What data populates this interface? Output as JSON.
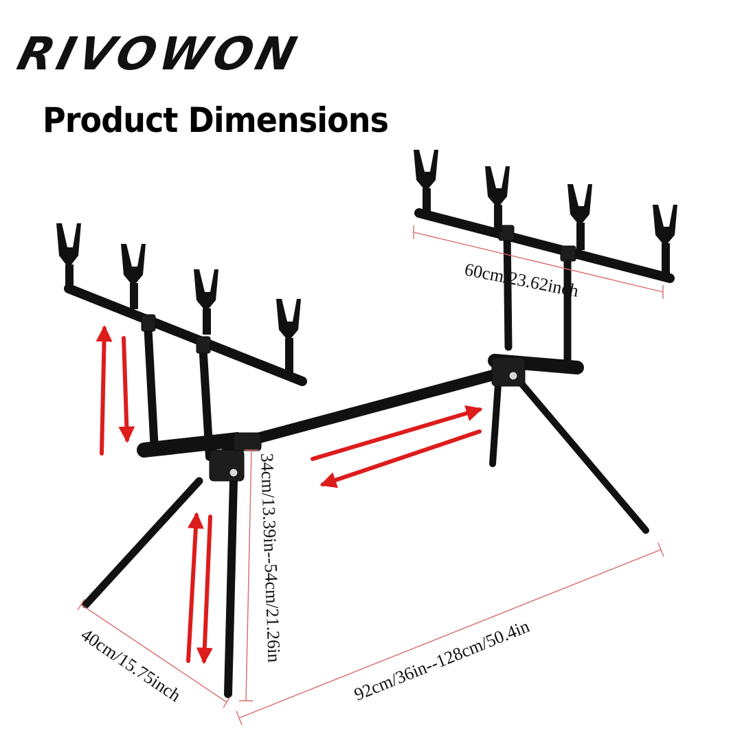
{
  "brand": {
    "name": "RIVOWON"
  },
  "title": "Product Dimensions",
  "dimensions": {
    "holder_width": "60cm/23.62inch",
    "height_range": "34cm/13.39in--54cm/21.26in",
    "base_width": "40cm/15.75inch",
    "length_range": "92cm/36in--128cm/50.4in"
  },
  "colors": {
    "frame": "#111111",
    "arrow": "#dd1c1c",
    "measure_line": "#d96a6a",
    "text": "#111111"
  },
  "icons": [
    "up-down-arrows",
    "left-right-arrows"
  ]
}
